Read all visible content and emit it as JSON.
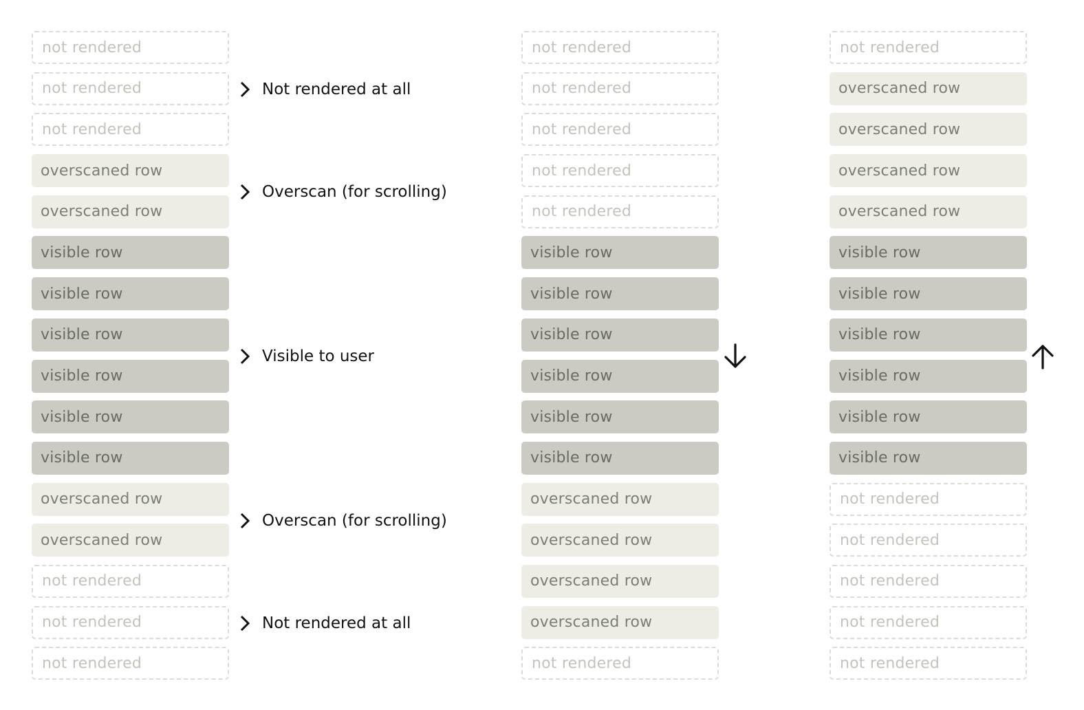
{
  "columns": [
    {
      "rows": [
        {
          "type": "not-rendered",
          "label": "not rendered"
        },
        {
          "type": "not-rendered",
          "label": "not rendered"
        },
        {
          "type": "not-rendered",
          "label": "not rendered"
        },
        {
          "type": "overscaned",
          "label": "overscaned row"
        },
        {
          "type": "overscaned",
          "label": "overscaned row"
        },
        {
          "type": "visible",
          "label": "visible row"
        },
        {
          "type": "visible",
          "label": "visible row"
        },
        {
          "type": "visible",
          "label": "visible row"
        },
        {
          "type": "visible",
          "label": "visible row"
        },
        {
          "type": "visible",
          "label": "visible row"
        },
        {
          "type": "visible",
          "label": "visible row"
        },
        {
          "type": "overscaned",
          "label": "overscaned row"
        },
        {
          "type": "overscaned",
          "label": "overscaned row"
        },
        {
          "type": "not-rendered",
          "label": "not rendered"
        },
        {
          "type": "not-rendered",
          "label": "not rendered"
        },
        {
          "type": "not-rendered",
          "label": "not rendered"
        }
      ]
    },
    {
      "rows": [
        {
          "type": "not-rendered",
          "label": "not rendered"
        },
        {
          "type": "not-rendered",
          "label": "not rendered"
        },
        {
          "type": "not-rendered",
          "label": "not rendered"
        },
        {
          "type": "not-rendered",
          "label": "not rendered"
        },
        {
          "type": "not-rendered",
          "label": "not rendered"
        },
        {
          "type": "visible",
          "label": "visible row"
        },
        {
          "type": "visible",
          "label": "visible row"
        },
        {
          "type": "visible",
          "label": "visible row"
        },
        {
          "type": "visible",
          "label": "visible row"
        },
        {
          "type": "visible",
          "label": "visible row"
        },
        {
          "type": "visible",
          "label": "visible row"
        },
        {
          "type": "overscaned",
          "label": "overscaned row"
        },
        {
          "type": "overscaned",
          "label": "overscaned row"
        },
        {
          "type": "overscaned",
          "label": "overscaned row"
        },
        {
          "type": "overscaned",
          "label": "overscaned row"
        },
        {
          "type": "not-rendered",
          "label": "not rendered"
        }
      ],
      "scroll_direction": "down"
    },
    {
      "rows": [
        {
          "type": "not-rendered",
          "label": "not rendered"
        },
        {
          "type": "overscaned",
          "label": "overscaned row"
        },
        {
          "type": "overscaned",
          "label": "overscaned row"
        },
        {
          "type": "overscaned",
          "label": "overscaned row"
        },
        {
          "type": "overscaned",
          "label": "overscaned row"
        },
        {
          "type": "visible",
          "label": "visible row"
        },
        {
          "type": "visible",
          "label": "visible row"
        },
        {
          "type": "visible",
          "label": "visible row"
        },
        {
          "type": "visible",
          "label": "visible row"
        },
        {
          "type": "visible",
          "label": "visible row"
        },
        {
          "type": "visible",
          "label": "visible row"
        },
        {
          "type": "not-rendered",
          "label": "not rendered"
        },
        {
          "type": "not-rendered",
          "label": "not rendered"
        },
        {
          "type": "not-rendered",
          "label": "not rendered"
        },
        {
          "type": "not-rendered",
          "label": "not rendered"
        },
        {
          "type": "not-rendered",
          "label": "not rendered"
        }
      ],
      "scroll_direction": "up"
    }
  ],
  "group_labels": {
    "top_not_rendered": "Not rendered at all",
    "top_overscan": "Overscan (for scrolling)",
    "visible": "Visible to user",
    "bottom_overscan": "Overscan (for scrolling)",
    "bottom_not_rendered": "Not rendered at all"
  },
  "icons": {
    "group_marker": "chevron-right-icon",
    "column_2_scroll": "arrow-down-icon",
    "column_3_scroll": "arrow-up-icon"
  },
  "colors": {
    "not_rendered_border": "#dcdcd6",
    "not_rendered_text": "#c3c3be",
    "overscaned_fill": "#edede6",
    "overscaned_text": "#7d7d78",
    "visible_fill": "#cbcbc4",
    "visible_text": "#6a6a65",
    "label_text": "#111111"
  }
}
